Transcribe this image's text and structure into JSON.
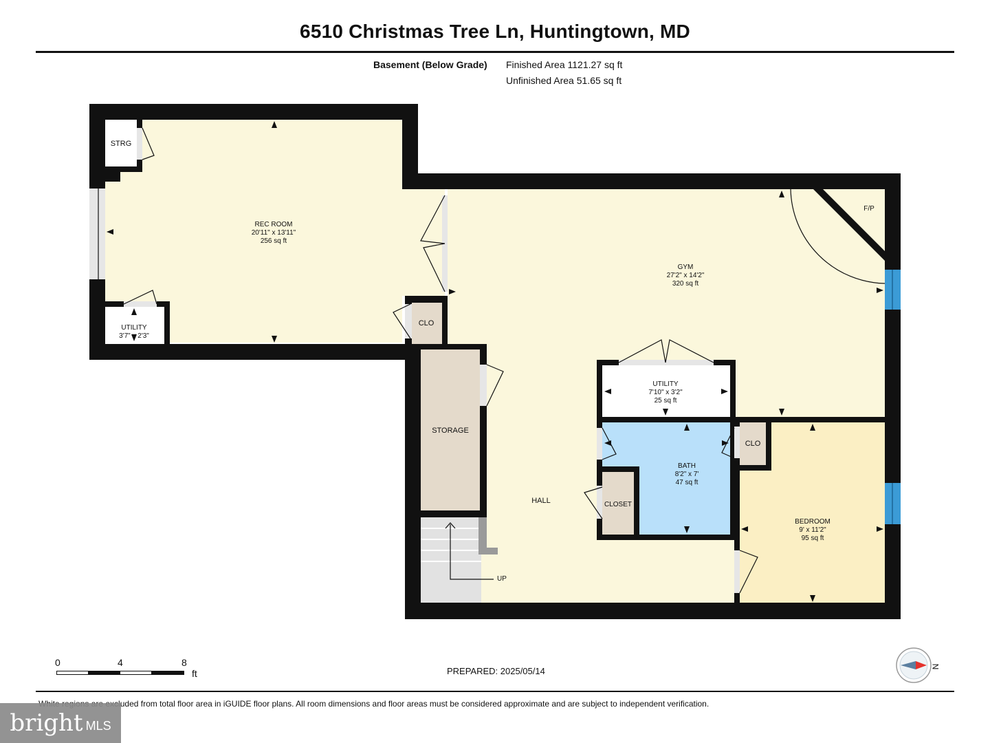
{
  "header": {
    "title": "6510 Christmas Tree Ln, Huntingtown, MD",
    "level_label": "Basement (Below Grade)",
    "finished_area": "Finished Area 1121.27 sq ft",
    "unfinished_area": "Unfinished Area 51.65 sq ft"
  },
  "rooms": {
    "rec_room": {
      "name": "REC ROOM",
      "dims": "20'11\" x 13'11\"",
      "area": "256 sq ft"
    },
    "gym": {
      "name": "GYM",
      "dims": "27'2\" x 14'2\"",
      "area": "320 sq ft"
    },
    "utility_small": {
      "name": "UTILITY",
      "dims": "3'7\" x 2'3\""
    },
    "utility": {
      "name": "UTILITY",
      "dims": "7'10\" x 3'2\"",
      "area": "25 sq ft"
    },
    "bath": {
      "name": "BATH",
      "dims": "8'2\" x 7'",
      "area": "47 sq ft"
    },
    "bedroom": {
      "name": "BEDROOM",
      "dims": "9' x 11'2\"",
      "area": "95 sq ft"
    },
    "strg": "STRG",
    "clo_rec": "CLO",
    "clo_bath": "CLO",
    "storage": "STORAGE",
    "hall": "HALL",
    "closet": "CLOSET",
    "fp": "F/P",
    "up": "UP"
  },
  "scale_bar": {
    "ticks": [
      "0",
      "4",
      "8"
    ],
    "unit": "ft"
  },
  "footer": {
    "prepared": "PREPARED: 2025/05/14",
    "disclaimer": "White regions are excluded from total floor area in iGUIDE floor plans. All room dimensions and floor areas must be considered approximate and are subject to independent verification.",
    "compass_label": "N"
  },
  "branding": {
    "logo_text": "bright",
    "logo_suffix": "MLS"
  },
  "colors": {
    "wall": "#111111",
    "living": "#fbf7dc",
    "bath": "#b9e0fa",
    "bedroom": "#fbefc4",
    "storage": "#e4dacb",
    "stairs": "#e2e2e2",
    "window": "#3b9bd6"
  }
}
